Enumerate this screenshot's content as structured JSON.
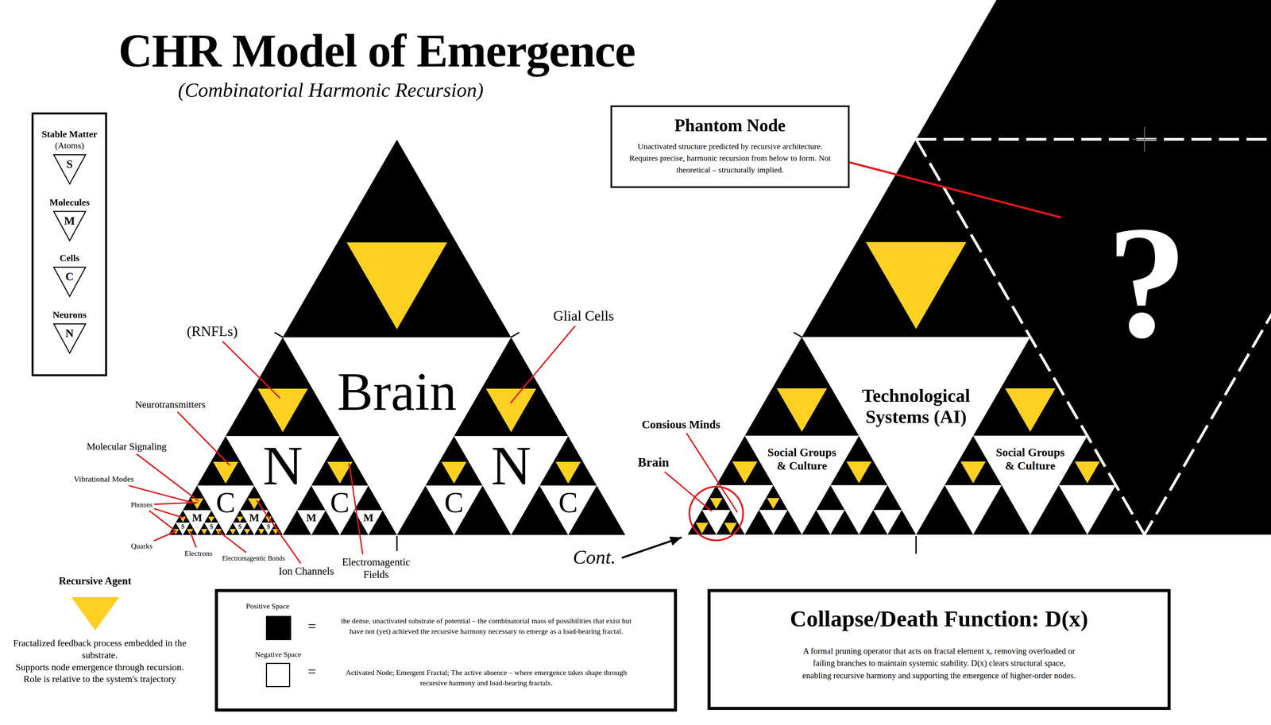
{
  "diagram": {
    "title": "CHR Model of Emergence",
    "nodes": [
      {
        "text": [
          "Stable Matter",
          "(Atoms)",
          "S"
        ]
      },
      {
        "text": [
          "Molecules",
          "M"
        ]
      },
      {
        "text": [
          "Cells",
          "C"
        ]
      },
      {
        "text": [
          "Neurons",
          "N"
        ]
      },
      {
        "text": [
          "Phantom Node",
          "Unactivated structure predicted by recursive architecture. Requires precise, harmonic recursion from below to form. Not theoretical – structurally implied."
        ]
      },
      {
        "text": [
          "?"
        ]
      },
      {
        "text": [
          "Brain"
        ]
      },
      {
        "text": [
          "N"
        ]
      },
      {
        "text": [
          "N"
        ]
      },
      {
        "text": [
          "C"
        ]
      },
      {
        "text": [
          "C"
        ]
      },
      {
        "text": [
          "C"
        ]
      },
      {
        "text": [
          "C"
        ]
      },
      {
        "text": [
          "M"
        ]
      },
      {
        "text": [
          "M"
        ]
      },
      {
        "text": [
          "M"
        ]
      },
      {
        "text": [
          "M"
        ]
      },
      {
        "text": [
          "S"
        ]
      },
      {
        "text": [
          "S"
        ]
      },
      {
        "text": [
          "S"
        ]
      },
      {
        "text": [
          "S"
        ]
      },
      {
        "text": [
          "Technological Systems (AI)"
        ]
      },
      {
        "text": [
          "Social Groups & Culture"
        ]
      },
      {
        "text": [
          "Social Groups & Culture"
        ]
      },
      {
        "text": [
          "the dense, unactivated substrate of potential – the combinatorial mass of possibilities that exist but have not (yet) achieved the recursive harmony necessary to emerge as a load-bearing fractal.",
          "Activated Node; Emergent Fractal; The active absence – where emergence takes shape through recursive harmony and load-bearing fractals."
        ]
      },
      {
        "text": [
          "Collapse/Death Function: D(x)",
          "A formal pruning operator that acts on fractal element x, removing overloaded or failing branches to maintain systemic stability. D(x) clears structural space, enabling recursive harmony and supporting the emergence of higher-order nodes."
        ]
      }
    ],
    "edges": [
      {
        "from": 4,
        "to": 5,
        "arrow": "none"
      }
    ],
    "labels": [
      "(Combinatorial Harmonic Recursion)",
      "(RNFLs)",
      "Glial Cells",
      "Neurotransmitters",
      "Molecular Signaling",
      "Vibrational Modes",
      "Photons",
      "Quarks",
      "Electrons",
      "Electromagentic Bonds",
      "Ion Channels",
      "Electromagentic Fields",
      "Consious Minds",
      "Brain",
      "Cont.",
      "Fractalized feedback process embedded in the substrate.",
      "Supports node emergence through recursion.",
      "Role is relative to the system's trajectory",
      "=",
      "="
    ],
    "legend": [
      {
        "text": "Recursive Agent",
        "color": "#fdd021"
      },
      {
        "text": "Positive Space",
        "color": "#000000"
      },
      {
        "text": "Negative Space",
        "color": "#ffffff"
      }
    ]
  }
}
